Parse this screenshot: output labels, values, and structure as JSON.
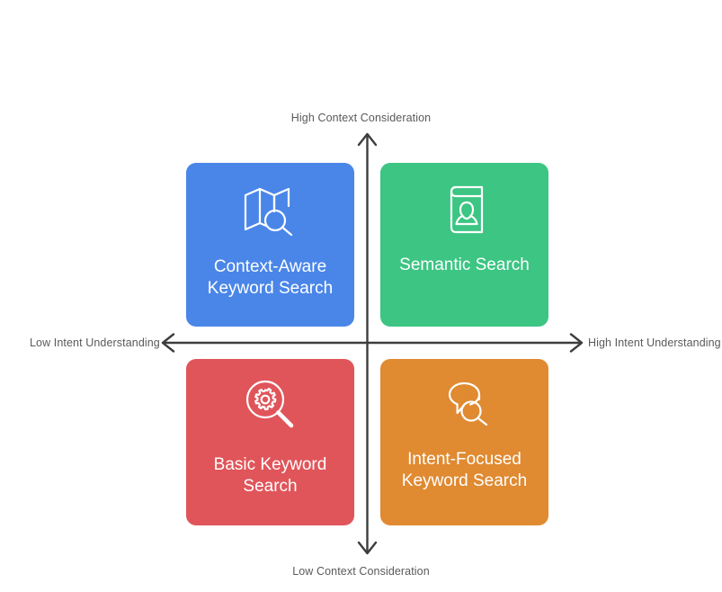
{
  "diagram": {
    "type": "quadrant-matrix",
    "background": "#ffffff",
    "axes": {
      "color": "#3d3d3d",
      "vertical": {
        "top_label": "High Context Consideration",
        "bottom_label": "Low Context Consideration"
      },
      "horizontal": {
        "left_label": "Low Intent Understanding",
        "right_label": "High Intent Understanding"
      }
    },
    "quadrants": [
      {
        "id": "top-left",
        "title": "Context-Aware\nKeyword Search",
        "color": "#4a86e8",
        "icon": "map-search-icon",
        "position": "high-context-low-intent"
      },
      {
        "id": "top-right",
        "title": "Semantic Search",
        "color": "#3cc583",
        "icon": "book-person-icon",
        "position": "high-context-high-intent"
      },
      {
        "id": "bottom-left",
        "title": "Basic Keyword\nSearch",
        "color": "#e0555a",
        "icon": "gear-magnifier-icon",
        "position": "low-context-low-intent"
      },
      {
        "id": "bottom-right",
        "title": "Intent-Focused\nKeyword Search",
        "color": "#e08a31",
        "icon": "speech-bubble-search-icon",
        "position": "low-context-high-intent"
      }
    ]
  }
}
